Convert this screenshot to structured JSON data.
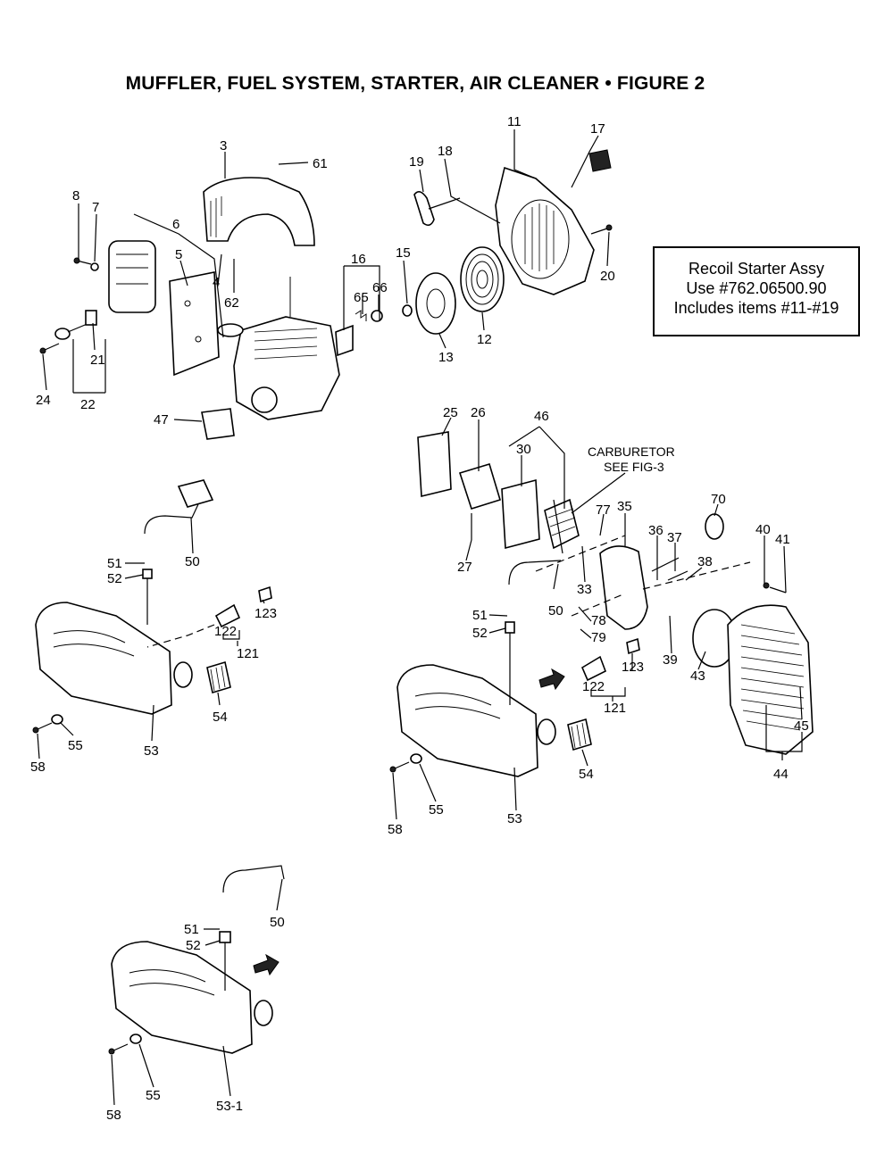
{
  "title": "MUFFLER, FUEL SYSTEM, STARTER, AIR CLEANER   •  FIGURE 2",
  "note": {
    "line1": "Recoil Starter Assy",
    "line2": "Use #762.06500.90",
    "line3": "Includes items #11-#19"
  },
  "carburetor_label": {
    "line1": "CARBURETOR",
    "line2": "SEE FIG-3"
  },
  "callouts": {
    "c3": "3",
    "c61": "61",
    "c8": "8",
    "c7": "7",
    "c6": "6",
    "c5": "5",
    "c4": "4",
    "c62": "62",
    "c21": "21",
    "c24": "24",
    "c22": "22",
    "c47": "47",
    "c16": "16",
    "c65": "65",
    "c66": "66",
    "c15": "15",
    "c13": "13",
    "c12": "12",
    "c11": "11",
    "c17": "17",
    "c19": "19",
    "c18": "18",
    "c20": "20",
    "c25": "25",
    "c26": "26",
    "c46": "46",
    "c30": "30",
    "c27": "27",
    "c70": "70",
    "c77": "77",
    "c35": "35",
    "c36": "36",
    "c37": "37",
    "c38": "38",
    "c40": "40",
    "c41": "41",
    "c33": "33",
    "c78": "78",
    "c79": "79",
    "c39": "39",
    "c43": "43",
    "c45": "45",
    "c44": "44",
    "r50": "50",
    "r51": "51",
    "r52": "52",
    "r123": "123",
    "r122": "122",
    "r121": "121",
    "r54": "54",
    "r53": "53",
    "r55": "55",
    "r58": "58",
    "l50": "50",
    "l51": "51",
    "l52": "52",
    "l123": "123",
    "l122": "122",
    "l121": "121",
    "l54": "54",
    "l58": "58",
    "l55": "55",
    "l53": "53",
    "b50": "50",
    "b51": "51",
    "b52": "52",
    "b55": "55",
    "b58": "58",
    "b531": "53-1"
  }
}
